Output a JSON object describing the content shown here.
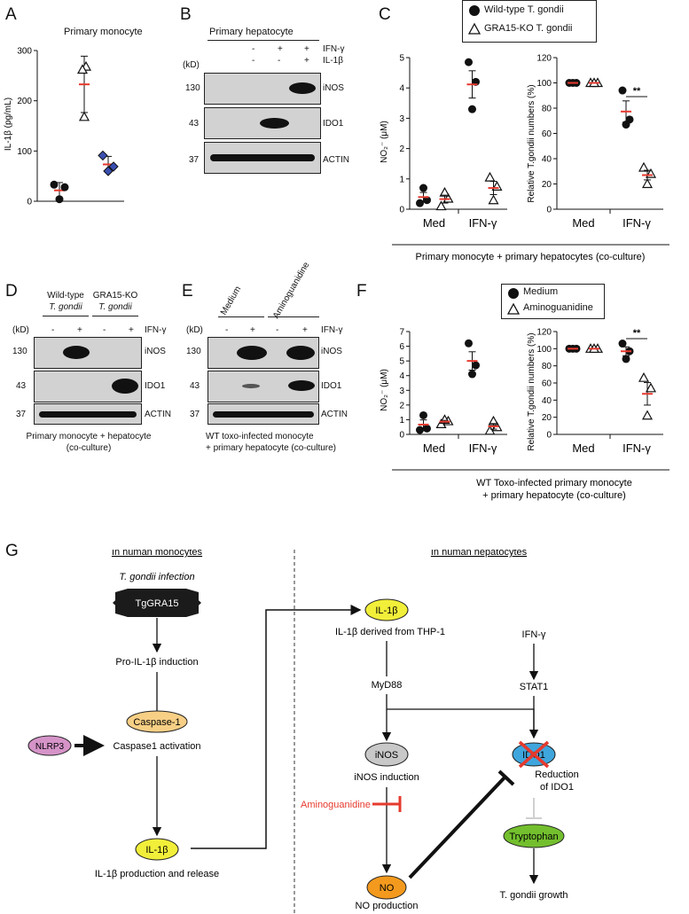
{
  "panels": {
    "A": "A",
    "B": "B",
    "C": "C",
    "D": "D",
    "E": "E",
    "F": "F",
    "G": "G"
  },
  "panelA": {
    "title": "Primary monocyte",
    "ylabel": "IL-1β (pg/mL)",
    "yticks": [
      "0",
      "100",
      "200",
      "300"
    ]
  },
  "panelB": {
    "title": "Primary hepatocyte",
    "kd": "(kD)",
    "row1": {
      "label": "IFN-γ",
      "signs": [
        "-",
        "+",
        "+"
      ]
    },
    "row2": {
      "label": "IL-1β",
      "signs": [
        "-",
        "-",
        "+"
      ]
    },
    "blots": [
      {
        "mw": "130",
        "name": "iNOS"
      },
      {
        "mw": "43",
        "name": "IDO1"
      },
      {
        "mw": "37",
        "name": "ACTIN"
      }
    ]
  },
  "panelC": {
    "legend": [
      {
        "label": "Wild-type T. gondii"
      },
      {
        "label": "GRA15-KO T. gondii"
      }
    ],
    "left_ylabel": "NO₂⁻ (μM)",
    "left_yticks": [
      "0",
      "1",
      "2",
      "3",
      "4",
      "5"
    ],
    "right_ylabel": "Relative T.gondii numbers (%)",
    "right_yticks": [
      "0",
      "20",
      "40",
      "60",
      "80",
      "100",
      "120"
    ],
    "xcats": [
      "Med",
      "IFN-γ"
    ],
    "sig": "**",
    "caption": "Primary monocyte + primary hepatocytes (co-culture)"
  },
  "panelD": {
    "group1": [
      "Wild-type",
      "T. gondii"
    ],
    "group2": [
      "GRA15-KO",
      "T. gondii"
    ],
    "kd": "(kD)",
    "ifn": "IFN-γ",
    "signs": [
      "-",
      "+",
      "-",
      "+"
    ],
    "blots": [
      {
        "mw": "130",
        "name": "iNOS"
      },
      {
        "mw": "43",
        "name": "IDO1"
      },
      {
        "mw": "37",
        "name": "ACTIN"
      }
    ],
    "caption": [
      "Primary monocyte + hepatocyte",
      "(co-culture)"
    ]
  },
  "panelE": {
    "group1": "Medium",
    "group2": "Aminoguanidine",
    "kd": "(kD)",
    "ifn": "IFN-γ",
    "signs": [
      "-",
      "+",
      "-",
      "+"
    ],
    "blots": [
      {
        "mw": "130",
        "name": "iNOS"
      },
      {
        "mw": "43",
        "name": "IDO1"
      },
      {
        "mw": "37",
        "name": "ACTIN"
      }
    ],
    "caption": [
      "WT toxo-infected monocyte",
      "+ primary hepatocyte (co-culture)"
    ]
  },
  "panelF": {
    "legend": [
      {
        "label": "Medium"
      },
      {
        "label": "Aminoguanidine"
      }
    ],
    "left_ylabel": "NO₂⁻ (μM)",
    "left_yticks": [
      "0",
      "1",
      "2",
      "3",
      "4",
      "5",
      "6",
      "7"
    ],
    "right_ylabel": "Relative T.gondii numbers (%)",
    "right_yticks": [
      "0",
      "20",
      "40",
      "60",
      "80",
      "100",
      "120"
    ],
    "xcats": [
      "Med",
      "IFN-γ"
    ],
    "sig": "**",
    "caption": [
      "WT Toxo-infected primary monocyte",
      "+ primary hepatocyte (co-culture)"
    ]
  },
  "panelG": {
    "left_header": "In human monocytes",
    "right_header": "In human hepatocytes",
    "infection": "T. gondii infection",
    "gra15": "TgGRA15",
    "pro_il1b": "Pro-IL-1β induction",
    "caspase_node": "Caspase-1",
    "nlrp3": "NLRP3",
    "caspase_act": "Caspase1 activation",
    "il1b_node": "IL-1β",
    "il1b_release": "IL-1β production and release",
    "il1b_node2": "IL-1β",
    "il1b_thp": "IL-1β derived from THP-1",
    "myd88": "MyD88",
    "inos_node": "iNOS",
    "inos_ind": "iNOS induction",
    "aminog": "Aminoguanidine",
    "no_node": "NO",
    "no_prod": "NO production",
    "ifng": "IFN-γ",
    "stat1": "STAT1",
    "ido1_node": "IDO1",
    "ido1_red": [
      "Reduction",
      "of IDO1"
    ],
    "trp_node": "Tryptophan",
    "growth": "T. gondii growth",
    "colors": {
      "yellow": "#f2ef3a",
      "gray": "#c8c8c8",
      "orange": "#f39a1e",
      "green": "#73bf2e",
      "blue": "#3fa6dd",
      "peach": "#f7cf85",
      "pink": "#d593c8",
      "red": "#e63a2e"
    }
  },
  "chart_data": [
    {
      "type": "scatter",
      "panel": "A",
      "title": "Primary monocyte",
      "ylabel": "IL-1β (pg/mL)",
      "ylim": [
        0,
        300
      ],
      "series": [
        {
          "points": [
            {
              "x": 1,
              "y": 33
            },
            {
              "x": 1,
              "y": 28
            },
            {
              "x": 1,
              "y": 4
            },
            {
              "mean_x": 1,
              "mean": 22
            },
            {
              "x": 2,
              "y": 268
            },
            {
              "x": 2,
              "y": 262
            },
            {
              "x": 2,
              "y": 168
            },
            {
              "mean_x": 2,
              "mean": 232
            },
            {
              "x": 3,
              "y": 91
            },
            {
              "x": 3,
              "y": 69
            },
            {
              "x": 3,
              "y": 60
            },
            {
              "mean_x": 3,
              "mean": 74
            }
          ]
        }
      ]
    },
    {
      "type": "scatter",
      "panel": "C-left",
      "ylabel": "NO₂⁻ (μM)",
      "ylim": [
        0,
        5
      ],
      "categories": [
        "Med",
        "IFN-γ"
      ],
      "series": [
        {
          "name": "Wild-type T. gondii",
          "values": [
            [
              0.2,
              0.3,
              0.7
            ],
            [
              4.85,
              4.2,
              3.3
            ]
          ]
        },
        {
          "name": "GRA15-KO T. gondii",
          "values": [
            [
              0.1,
              0.35,
              0.55
            ],
            [
              1.05,
              0.75,
              0.3
            ]
          ]
        }
      ]
    },
    {
      "type": "scatter",
      "panel": "C-right",
      "ylabel": "Relative T.gondii numbers (%)",
      "ylim": [
        0,
        120
      ],
      "categories": [
        "Med",
        "IFN-γ"
      ],
      "series": [
        {
          "name": "Wild-type T. gondii",
          "values": [
            [
              100,
              100,
              100
            ],
            [
              94,
              71,
              67
            ]
          ]
        },
        {
          "name": "GRA15-KO T. gondii",
          "values": [
            [
              100,
              100,
              100
            ],
            [
              33,
              28,
              20
            ]
          ]
        }
      ]
    },
    {
      "type": "scatter",
      "panel": "F-left",
      "ylabel": "NO₂⁻ (μM)",
      "ylim": [
        0,
        7
      ],
      "categories": [
        "Med",
        "IFN-γ"
      ],
      "series": [
        {
          "name": "Medium",
          "values": [
            [
              0.3,
              0.4,
              1.3
            ],
            [
              6.2,
              4.7,
              4.1
            ]
          ]
        },
        {
          "name": "Aminoguanidine",
          "values": [
            [
              0.7,
              0.9,
              1.0
            ],
            [
              0.25,
              0.5,
              0.9
            ]
          ]
        }
      ]
    },
    {
      "type": "scatter",
      "panel": "F-right",
      "ylabel": "Relative T.gondii numbers (%)",
      "ylim": [
        0,
        120
      ],
      "categories": [
        "Med",
        "IFN-γ"
      ],
      "series": [
        {
          "name": "Medium",
          "values": [
            [
              100,
              100,
              100
            ],
            [
              106,
              97,
              88
            ]
          ]
        },
        {
          "name": "Aminoguanidine",
          "values": [
            [
              100,
              100,
              100
            ],
            [
              66,
              54,
              22
            ]
          ]
        }
      ]
    }
  ]
}
